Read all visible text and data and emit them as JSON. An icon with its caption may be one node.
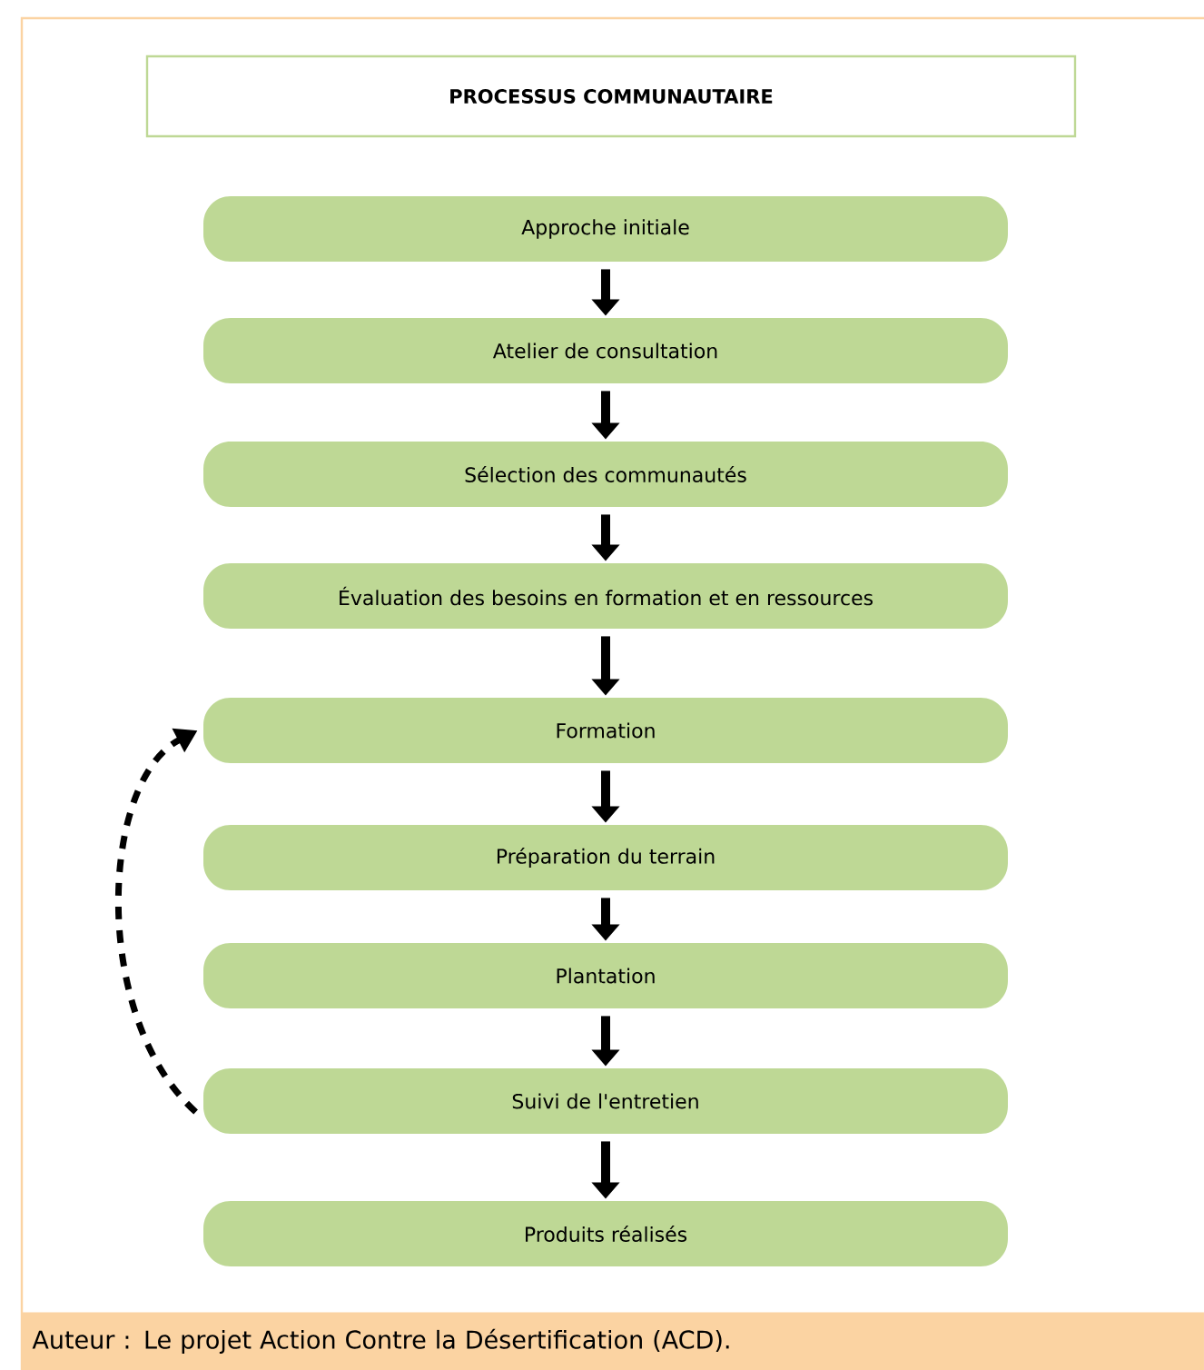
{
  "diagram": {
    "title": "PROCESSUS COMMUNAUTAIRE",
    "caption": "Auteur : Le projet Action Contre la Désertification (ACD).",
    "nodes": [
      {
        "text": [
          "Approche initiale"
        ]
      },
      {
        "text": [
          "Atelier de consultation"
        ]
      },
      {
        "text": [
          "Sélection des communautés"
        ]
      },
      {
        "text": [
          "Évaluation des besoins en formation et en ressources"
        ]
      },
      {
        "text": [
          "Formation"
        ]
      },
      {
        "text": [
          "Préparation du terrain"
        ]
      },
      {
        "text": [
          "Plantation"
        ]
      },
      {
        "text": [
          "Suivi de l'entretien"
        ]
      },
      {
        "text": [
          "Produits réalisés"
        ]
      }
    ],
    "edges": [
      {
        "from": 0,
        "to": 1,
        "arrow": "to"
      },
      {
        "from": 1,
        "to": 2,
        "arrow": "to"
      },
      {
        "from": 2,
        "to": 3,
        "arrow": "to"
      },
      {
        "from": 3,
        "to": 4,
        "arrow": "to"
      },
      {
        "from": 4,
        "to": 5,
        "arrow": "to"
      },
      {
        "from": 5,
        "to": 6,
        "arrow": "to"
      },
      {
        "from": 6,
        "to": 7,
        "arrow": "to"
      },
      {
        "from": 7,
        "to": 8,
        "arrow": "to"
      },
      {
        "from": 7,
        "to": 4,
        "arrow": "to",
        "style": "dashed"
      }
    ]
  }
}
